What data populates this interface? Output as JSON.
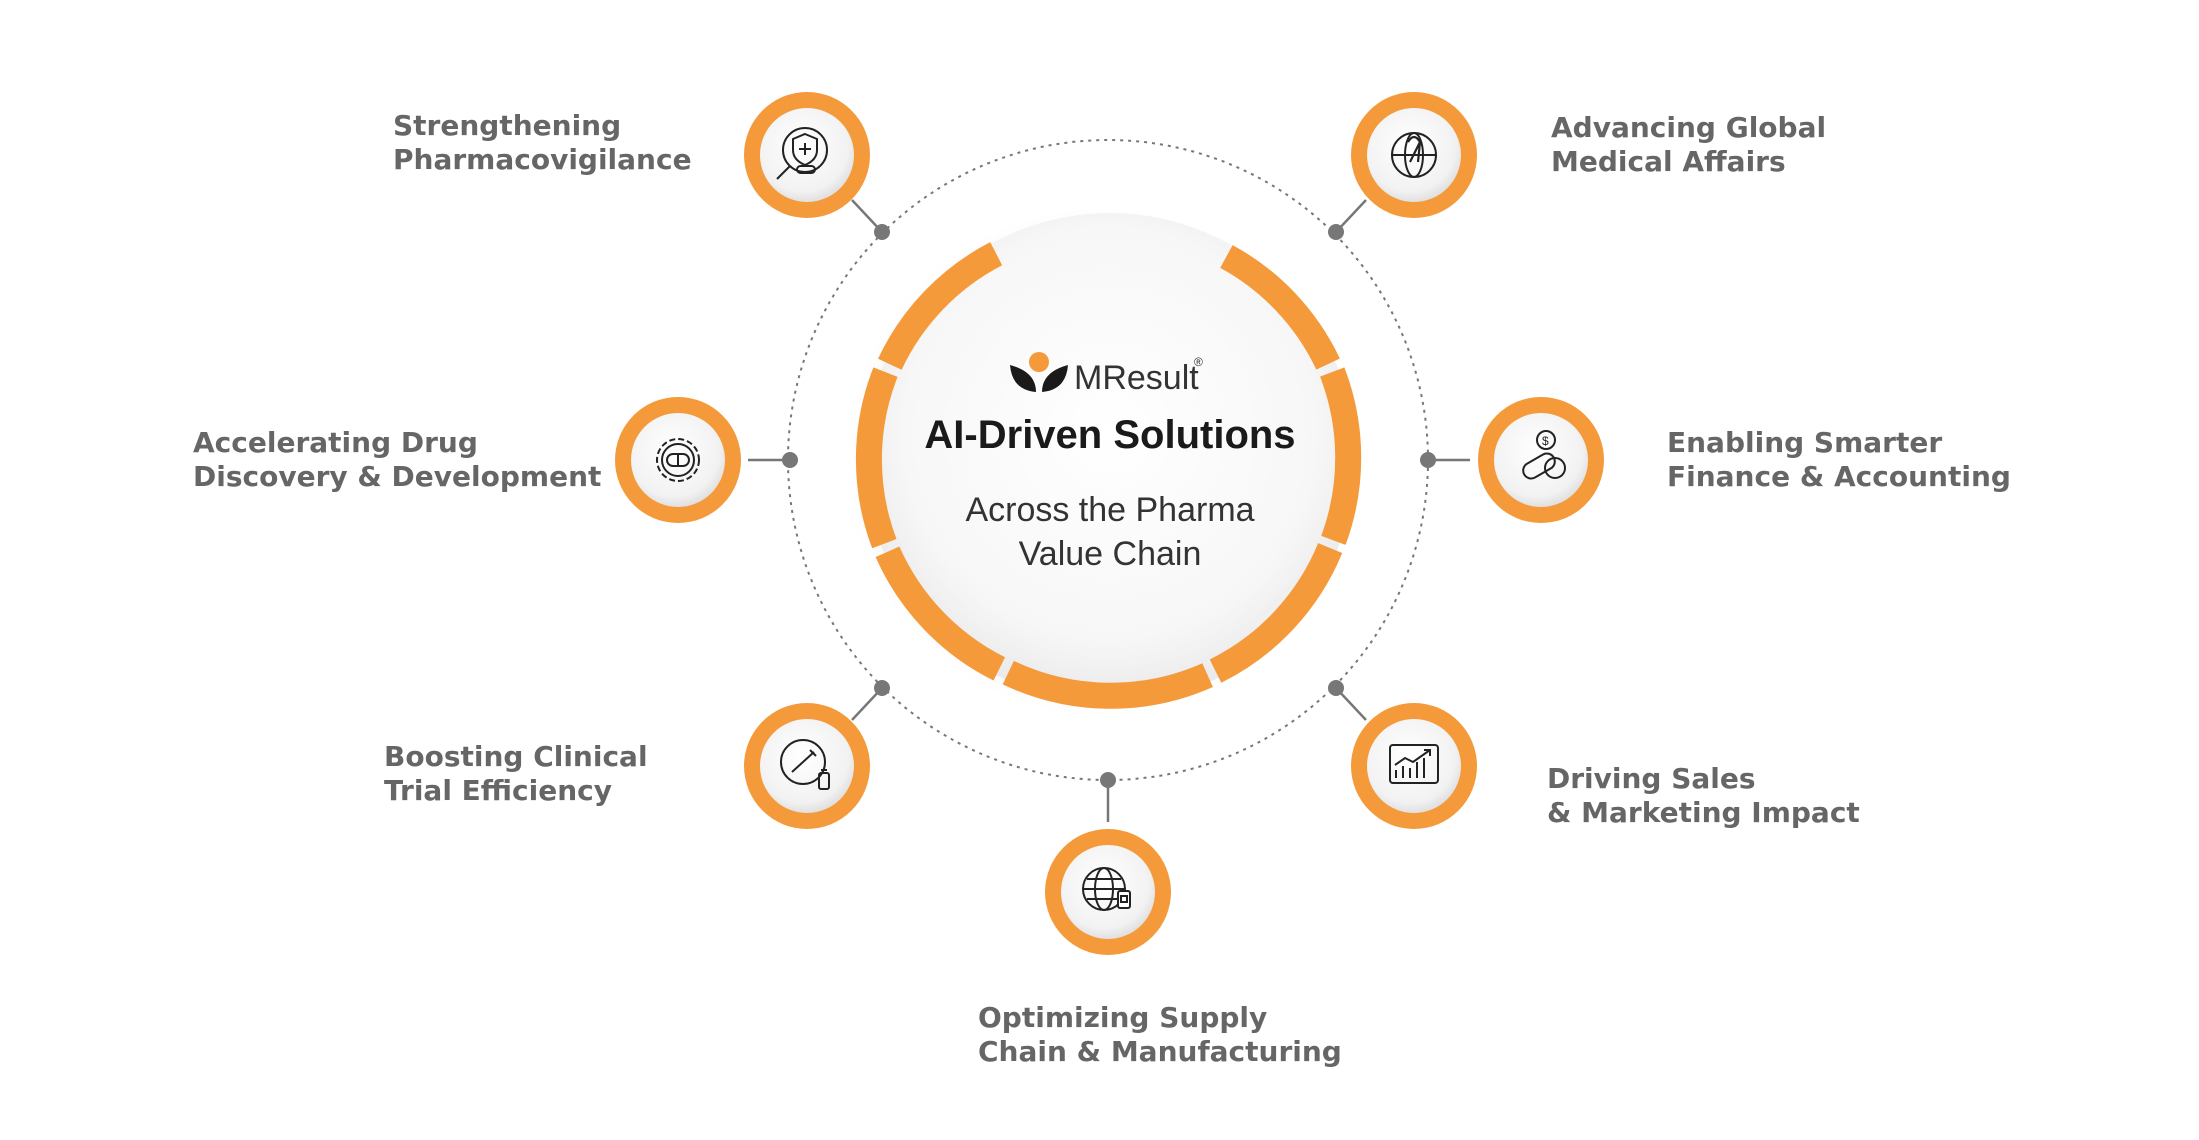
{
  "colors": {
    "accent": "#F59A3A",
    "text_dark": "#1a1a1a",
    "label_gray": "#666666",
    "connector": "#777777"
  },
  "center": {
    "brand": "MResult",
    "brand_mark": "®",
    "title": "AI-Driven Solutions",
    "subtitle_line1": "Across the Pharma",
    "subtitle_line2": "Value Chain"
  },
  "nodes": [
    {
      "id": "pharmacovigilance",
      "icon": "shield-magnifier-icon",
      "label_line1": "Strengthening",
      "label_line2": "Pharmacovigilance"
    },
    {
      "id": "drug-discovery",
      "icon": "gear-pill-icon",
      "label_line1": "Accelerating Drug",
      "label_line2": "Discovery & Development"
    },
    {
      "id": "clinical-trial",
      "icon": "clock-syringe-icon",
      "label_line1": "Boosting Clinical",
      "label_line2": "Trial Efficiency"
    },
    {
      "id": "supply-chain",
      "icon": "globe-bottle-icon",
      "label_line1": "Optimizing Supply",
      "label_line2": "Chain & Manufacturing"
    },
    {
      "id": "sales-marketing",
      "icon": "growth-chart-icon",
      "label_line1": "Driving Sales",
      "label_line2": "& Marketing Impact"
    },
    {
      "id": "finance",
      "icon": "coin-pill-icon",
      "label_line1": "Enabling Smarter",
      "label_line2": "Finance & Accounting"
    },
    {
      "id": "medical-affairs",
      "icon": "globe-ribbon-icon",
      "label_line1": "Advancing Global",
      "label_line2": "Medical Affairs"
    }
  ]
}
